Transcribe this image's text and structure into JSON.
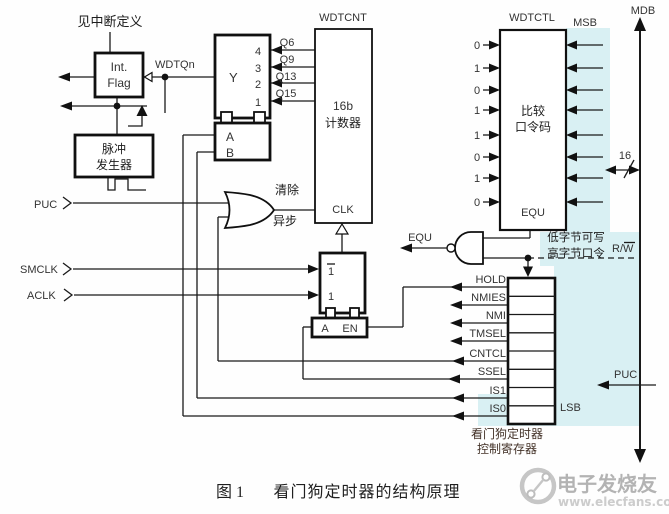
{
  "caption": {
    "fig_no": "图 1",
    "title": "看门狗定时器的结构原理"
  },
  "labels": {
    "see_interrupt_def": "见中断定义",
    "int_flag": [
      "Int.",
      "Flag"
    ],
    "wdtqn": "WDTQn",
    "pulse_generator": [
      "脉冲",
      "发生器"
    ],
    "y_mux": "Y",
    "ab_box": [
      "A",
      "B"
    ],
    "tap_select": [
      "4",
      "3",
      "2",
      "1"
    ],
    "taps": [
      "Q6",
      "Q9",
      "Q13",
      "Q15"
    ],
    "wdtcnt": "WDTCNT",
    "counter": [
      "16b",
      "计数器"
    ],
    "clk": "CLK",
    "clear": "清除",
    "async": "异步",
    "puc_left": "PUC",
    "smclk": "SMCLK",
    "aclk": "ACLK",
    "clk_mux_inputs": [
      "1",
      "1"
    ],
    "a_en": [
      "A",
      "EN"
    ],
    "equ_out": "EQU",
    "wdtctl": "WDTCTL",
    "msb": "MSB",
    "password": [
      "比较",
      "口令码"
    ],
    "equ_in_box": "EQU",
    "bits": [
      "0",
      "1",
      "0",
      "1",
      "1",
      "0",
      "1",
      "0"
    ],
    "bus_width": "16",
    "mdb": "MDB",
    "rw": "R/W",
    "byte_note": [
      "低字节可写",
      "高字节口令"
    ],
    "register_fields": [
      "HOLD",
      "NMIES",
      "NMI",
      "TMSEL",
      "CNTCL",
      "SSEL",
      "IS1",
      "IS0"
    ],
    "lsb": "LSB",
    "puc_right": "PUC",
    "register_caption": [
      "看门狗定时器",
      "控制寄存器"
    ]
  },
  "watermark": {
    "brand": "电子发烧友",
    "site": "www.elecfans.com"
  },
  "colors": {
    "line": "#1a1a1a",
    "highlight_band": "#d9f0f3",
    "background": "#ffffff",
    "watermark_gray": "#b5b5b5"
  }
}
